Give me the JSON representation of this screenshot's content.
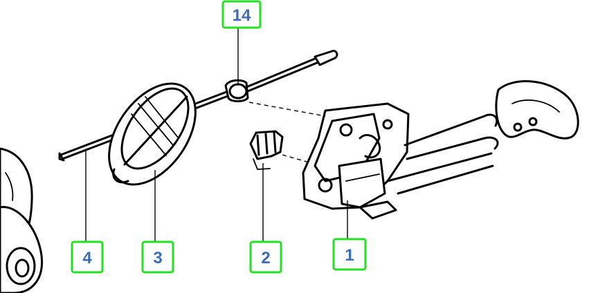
{
  "callouts": [
    {
      "id": "14",
      "label": "14"
    },
    {
      "id": "4",
      "label": "4"
    },
    {
      "id": "3",
      "label": "3"
    },
    {
      "id": "2",
      "label": "2"
    },
    {
      "id": "1",
      "label": "1"
    }
  ],
  "colors": {
    "callout_border": "#22e022",
    "callout_text": "#3a6db5",
    "line_art": "#000000",
    "background": "#ffffff"
  }
}
